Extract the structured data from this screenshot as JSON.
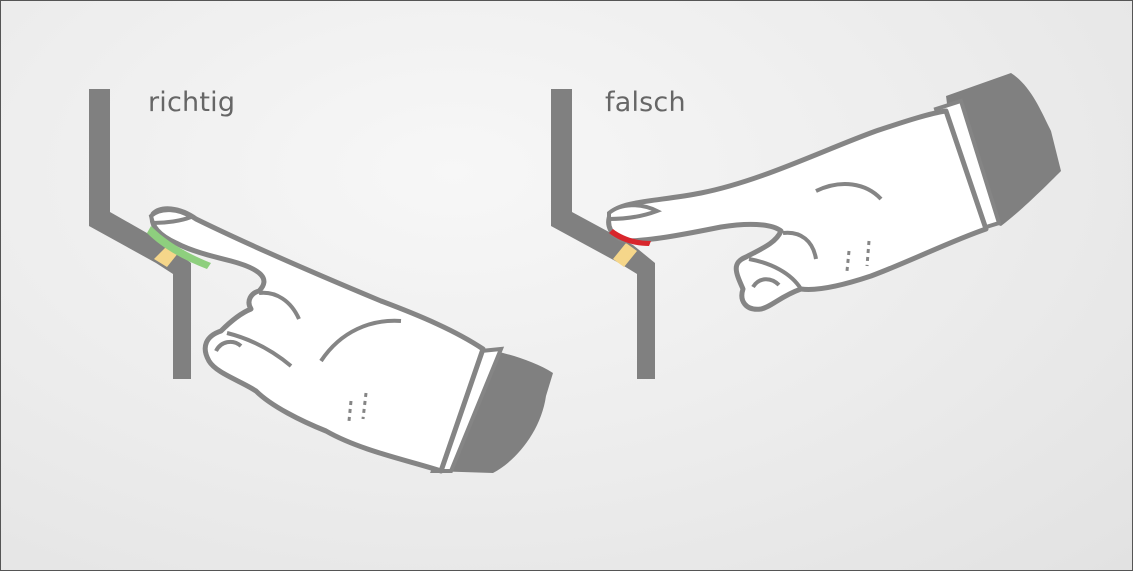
{
  "labels": {
    "correct": "richtig",
    "wrong": "falsch"
  },
  "colors": {
    "background": "#ececec",
    "border": "#555555",
    "device": "#808080",
    "hand_outline": "#858585",
    "hand_fill": "#ffffff",
    "sleeve": "#808080",
    "sensor": "#f5d68a",
    "correct_contact": "#8ecf7e",
    "wrong_contact": "#d8262c",
    "label_text": "#666666"
  },
  "icons": [
    "finger-sensor-correct-illustration",
    "finger-sensor-wrong-illustration"
  ]
}
